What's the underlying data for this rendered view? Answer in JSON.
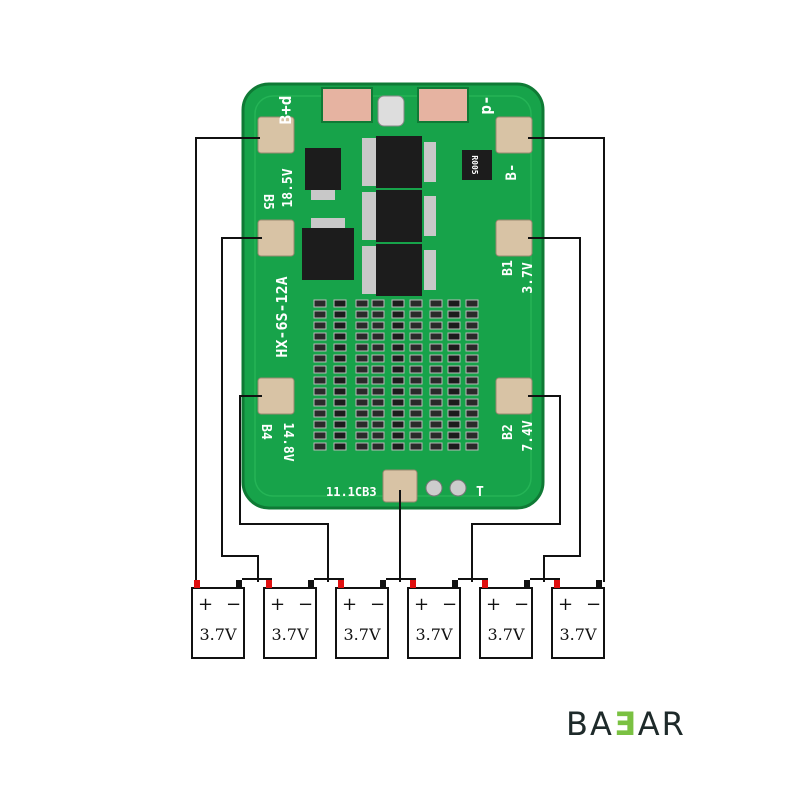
{
  "board": {
    "labels": {
      "b_plus_d": "B+d",
      "minus_d": "-d",
      "b_minus": "B-",
      "resistor": "R005",
      "b5": "B5",
      "b5_volt": "18.5V",
      "model": "HX-6S-12A",
      "b1": "B1",
      "b1_volt": "3.7V",
      "b4": "B4",
      "b4_volt": "14.8V",
      "b2": "B2",
      "b2_volt": "7.4V",
      "b3": "11.1CB3",
      "t": "T"
    },
    "colors": {
      "pcb": "#17a34a",
      "pcb_dark": "#0f7a35",
      "pad": "#d8c3a5",
      "chip": "#1c1c1c"
    }
  },
  "cells": [
    {
      "plus": "+",
      "minus": "−",
      "voltage": "3.7V"
    },
    {
      "plus": "+",
      "minus": "−",
      "voltage": "3.7V"
    },
    {
      "plus": "+",
      "minus": "−",
      "voltage": "3.7V"
    },
    {
      "plus": "+",
      "minus": "−",
      "voltage": "3.7V"
    },
    {
      "plus": "+",
      "minus": "−",
      "voltage": "3.7V"
    },
    {
      "plus": "+",
      "minus": "−",
      "voltage": "3.7V"
    }
  ],
  "logo": {
    "left": "BA",
    "mid": "Ǝ",
    "right": "AR"
  }
}
